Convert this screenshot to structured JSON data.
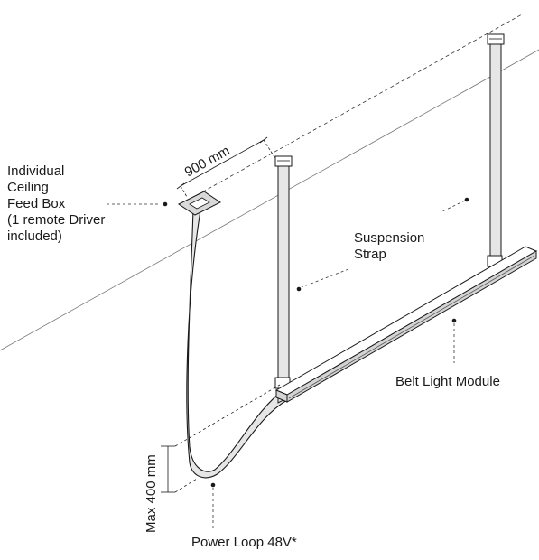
{
  "labels": {
    "feed_box": "Individual\nCeiling\nFeed Box\n(1 remote Driver\nincluded)",
    "suspension_strap": "Suspension\nStrap",
    "belt_light_module": "Belt Light Module",
    "power_loop": "Power Loop 48V*"
  },
  "dimensions": {
    "strap_spacing": "900 mm",
    "loop_height": "Max 400 mm"
  },
  "colors": {
    "line": "#1a1a1a",
    "strap_fill": "#e6e6e6",
    "module_fill": "#d4d4d4",
    "guide": "#555555"
  }
}
